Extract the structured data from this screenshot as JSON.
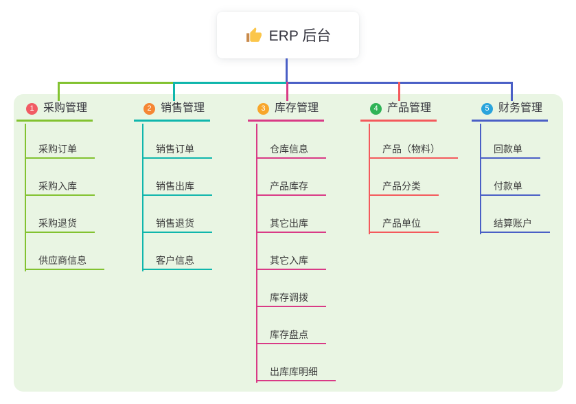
{
  "root": {
    "title": "ERP 后台",
    "icon": "thumbs-up-icon"
  },
  "branches": [
    {
      "index": "1",
      "label": "采购管理",
      "badge_color": "#f15b64",
      "line_color": "#82c230",
      "items": [
        "采购订单",
        "采购入库",
        "采购退货",
        "供应商信息"
      ]
    },
    {
      "index": "2",
      "label": "销售管理",
      "badge_color": "#f58634",
      "line_color": "#0fb6ac",
      "items": [
        "销售订单",
        "销售出库",
        "销售退货",
        "客户信息"
      ]
    },
    {
      "index": "3",
      "label": "库存管理",
      "badge_color": "#f8a62b",
      "line_color": "#d93a86",
      "items": [
        "仓库信息",
        "产品库存",
        "其它出库",
        "其它入库",
        "库存调拨",
        "库存盘点",
        "出库库明细"
      ]
    },
    {
      "index": "4",
      "label": "产品管理",
      "badge_color": "#2fb356",
      "line_color": "#f4595c",
      "items": [
        "产品（物料）",
        "产品分类",
        "产品单位"
      ]
    },
    {
      "index": "5",
      "label": "财务管理",
      "badge_color": "#29a4dc",
      "line_color": "#4a5fc6",
      "items": [
        "回款单",
        "付款单",
        "结算账户"
      ]
    }
  ],
  "colors": {
    "canvas_bg": "#ffffff",
    "panel_bg": "#e9f5e3",
    "root_stem": "#4a5fc6",
    "root_text": "#35353f",
    "item_text": "#3c3c3c",
    "thumb_hand": "#fbc64b",
    "thumb_cuff": "#c98a4b"
  }
}
